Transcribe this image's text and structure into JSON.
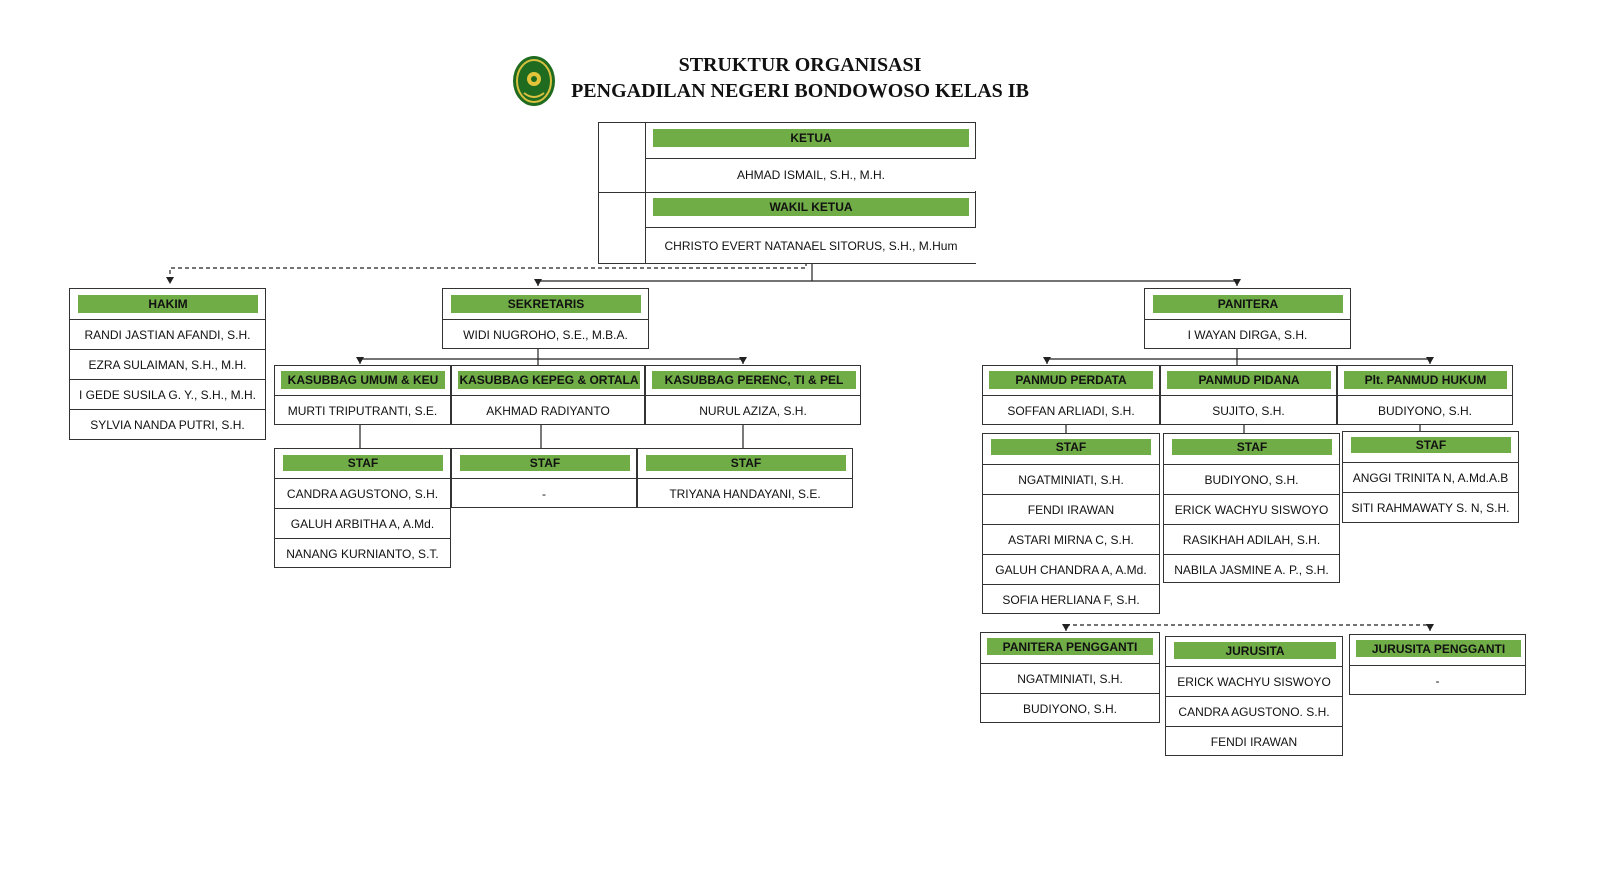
{
  "title": {
    "line1": "STRUKTUR ORGANISASI",
    "line2": "PENGADILAN NEGERI BONDOWOSO KELAS IB"
  },
  "colors": {
    "header_green": "#70ad47",
    "border": "#333333"
  },
  "ketua": {
    "label": "KETUA",
    "name": "AHMAD ISMAIL, S.H., M.H."
  },
  "wakil_ketua": {
    "label": "WAKIL KETUA",
    "name": "CHRISTO EVERT NATANAEL SITORUS, S.H., M.Hum"
  },
  "hakim": {
    "label": "HAKIM",
    "members": [
      "RANDI JASTIAN AFANDI, S.H.",
      "EZRA SULAIMAN, S.H., M.H.",
      "I GEDE SUSILA G. Y., S.H., M.H.",
      "SYLVIA NANDA PUTRI, S.H."
    ]
  },
  "sekretaris": {
    "label": "SEKRETARIS",
    "name": "WIDI NUGROHO, S.E., M.B.A."
  },
  "kasubbag_umum": {
    "label": "KASUBBAG UMUM & KEU",
    "name": "MURTI TRIPUTRANTI, S.E."
  },
  "kasubbag_kepeg": {
    "label": "KASUBBAG KEPEG & ORTALA",
    "name": "AKHMAD RADIYANTO"
  },
  "kasubbag_perenc": {
    "label": "KASUBBAG PERENC, TI & PEL",
    "name": "NURUL AZIZA, S.H."
  },
  "staf_umum": {
    "label": "STAF",
    "members": [
      "CANDRA AGUSTONO, S.H.",
      "GALUH ARBITHA A, A.Md.",
      "NANANG KURNIANTO, S.T."
    ]
  },
  "staf_kepeg": {
    "label": "STAF",
    "members": [
      "-"
    ]
  },
  "staf_perenc": {
    "label": "STAF",
    "members": [
      "TRIYANA HANDAYANI, S.E."
    ]
  },
  "panitera": {
    "label": "PANITERA",
    "name": "I WAYAN DIRGA, S.H."
  },
  "panmud_perdata": {
    "label": "PANMUD PERDATA",
    "name": "SOFFAN ARLIADI, S.H."
  },
  "panmud_pidana": {
    "label": "PANMUD PIDANA",
    "name": "SUJITO, S.H."
  },
  "panmud_hukum": {
    "label": "Plt. PANMUD HUKUM",
    "name": "BUDIYONO, S.H."
  },
  "staf_perdata": {
    "label": "STAF",
    "members": [
      "NGATMINIATI, S.H.",
      "FENDI IRAWAN",
      "ASTARI MIRNA C, S.H.",
      "GALUH CHANDRA A, A.Md.",
      "SOFIA HERLIANA F, S.H."
    ]
  },
  "staf_pidana": {
    "label": "STAF",
    "members": [
      "BUDIYONO, S.H.",
      "ERICK WACHYU SISWOYO",
      "RASIKHAH ADILAH, S.H.",
      "NABILA JASMINE A. P., S.H."
    ]
  },
  "staf_hukum": {
    "label": "STAF",
    "members": [
      "ANGGI TRINITA N, A.Md.A.B",
      "SITI RAHMAWATY S. N, S.H."
    ]
  },
  "panitera_pengganti": {
    "label": "PANITERA PENGGANTI",
    "members": [
      "NGATMINIATI, S.H.",
      "BUDIYONO, S.H."
    ]
  },
  "jurusita": {
    "label": "JURUSITA",
    "members": [
      "ERICK WACHYU SISWOYO",
      "CANDRA AGUSTONO. S.H.",
      "FENDI IRAWAN"
    ]
  },
  "jurusita_pengganti": {
    "label": "JURUSITA PENGGANTI",
    "members": [
      "-"
    ]
  }
}
